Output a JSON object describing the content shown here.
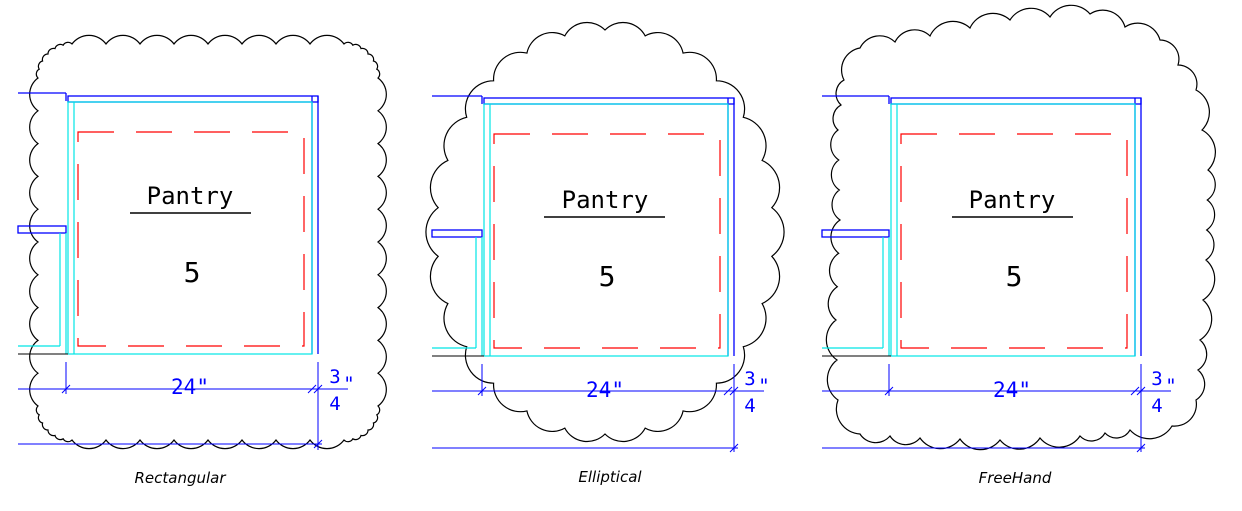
{
  "panels": [
    {
      "room_name": "Pantry",
      "room_number": "5",
      "width_dim": "24\"",
      "frac_num": "3",
      "frac_den": "4",
      "frac_mark": "\"",
      "caption": "Rectangular",
      "cloud_shape": "rectangular"
    },
    {
      "room_name": "Pantry",
      "room_number": "5",
      "width_dim": "24\"",
      "frac_num": "3",
      "frac_den": "4",
      "frac_mark": "\"",
      "caption": "Elliptical",
      "cloud_shape": "elliptical"
    },
    {
      "room_name": "Pantry",
      "room_number": "5",
      "width_dim": "24\"",
      "frac_num": "3",
      "frac_den": "4",
      "frac_mark": "\"",
      "caption": "FreeHand",
      "cloud_shape": "freehand"
    }
  ],
  "colors": {
    "cloud": "#000000",
    "wall_outer": "#0000ff",
    "wall_inner": "#00e5e5",
    "dashed": "#ff0000",
    "dimension": "#0000ff",
    "room_text": "#000000"
  }
}
